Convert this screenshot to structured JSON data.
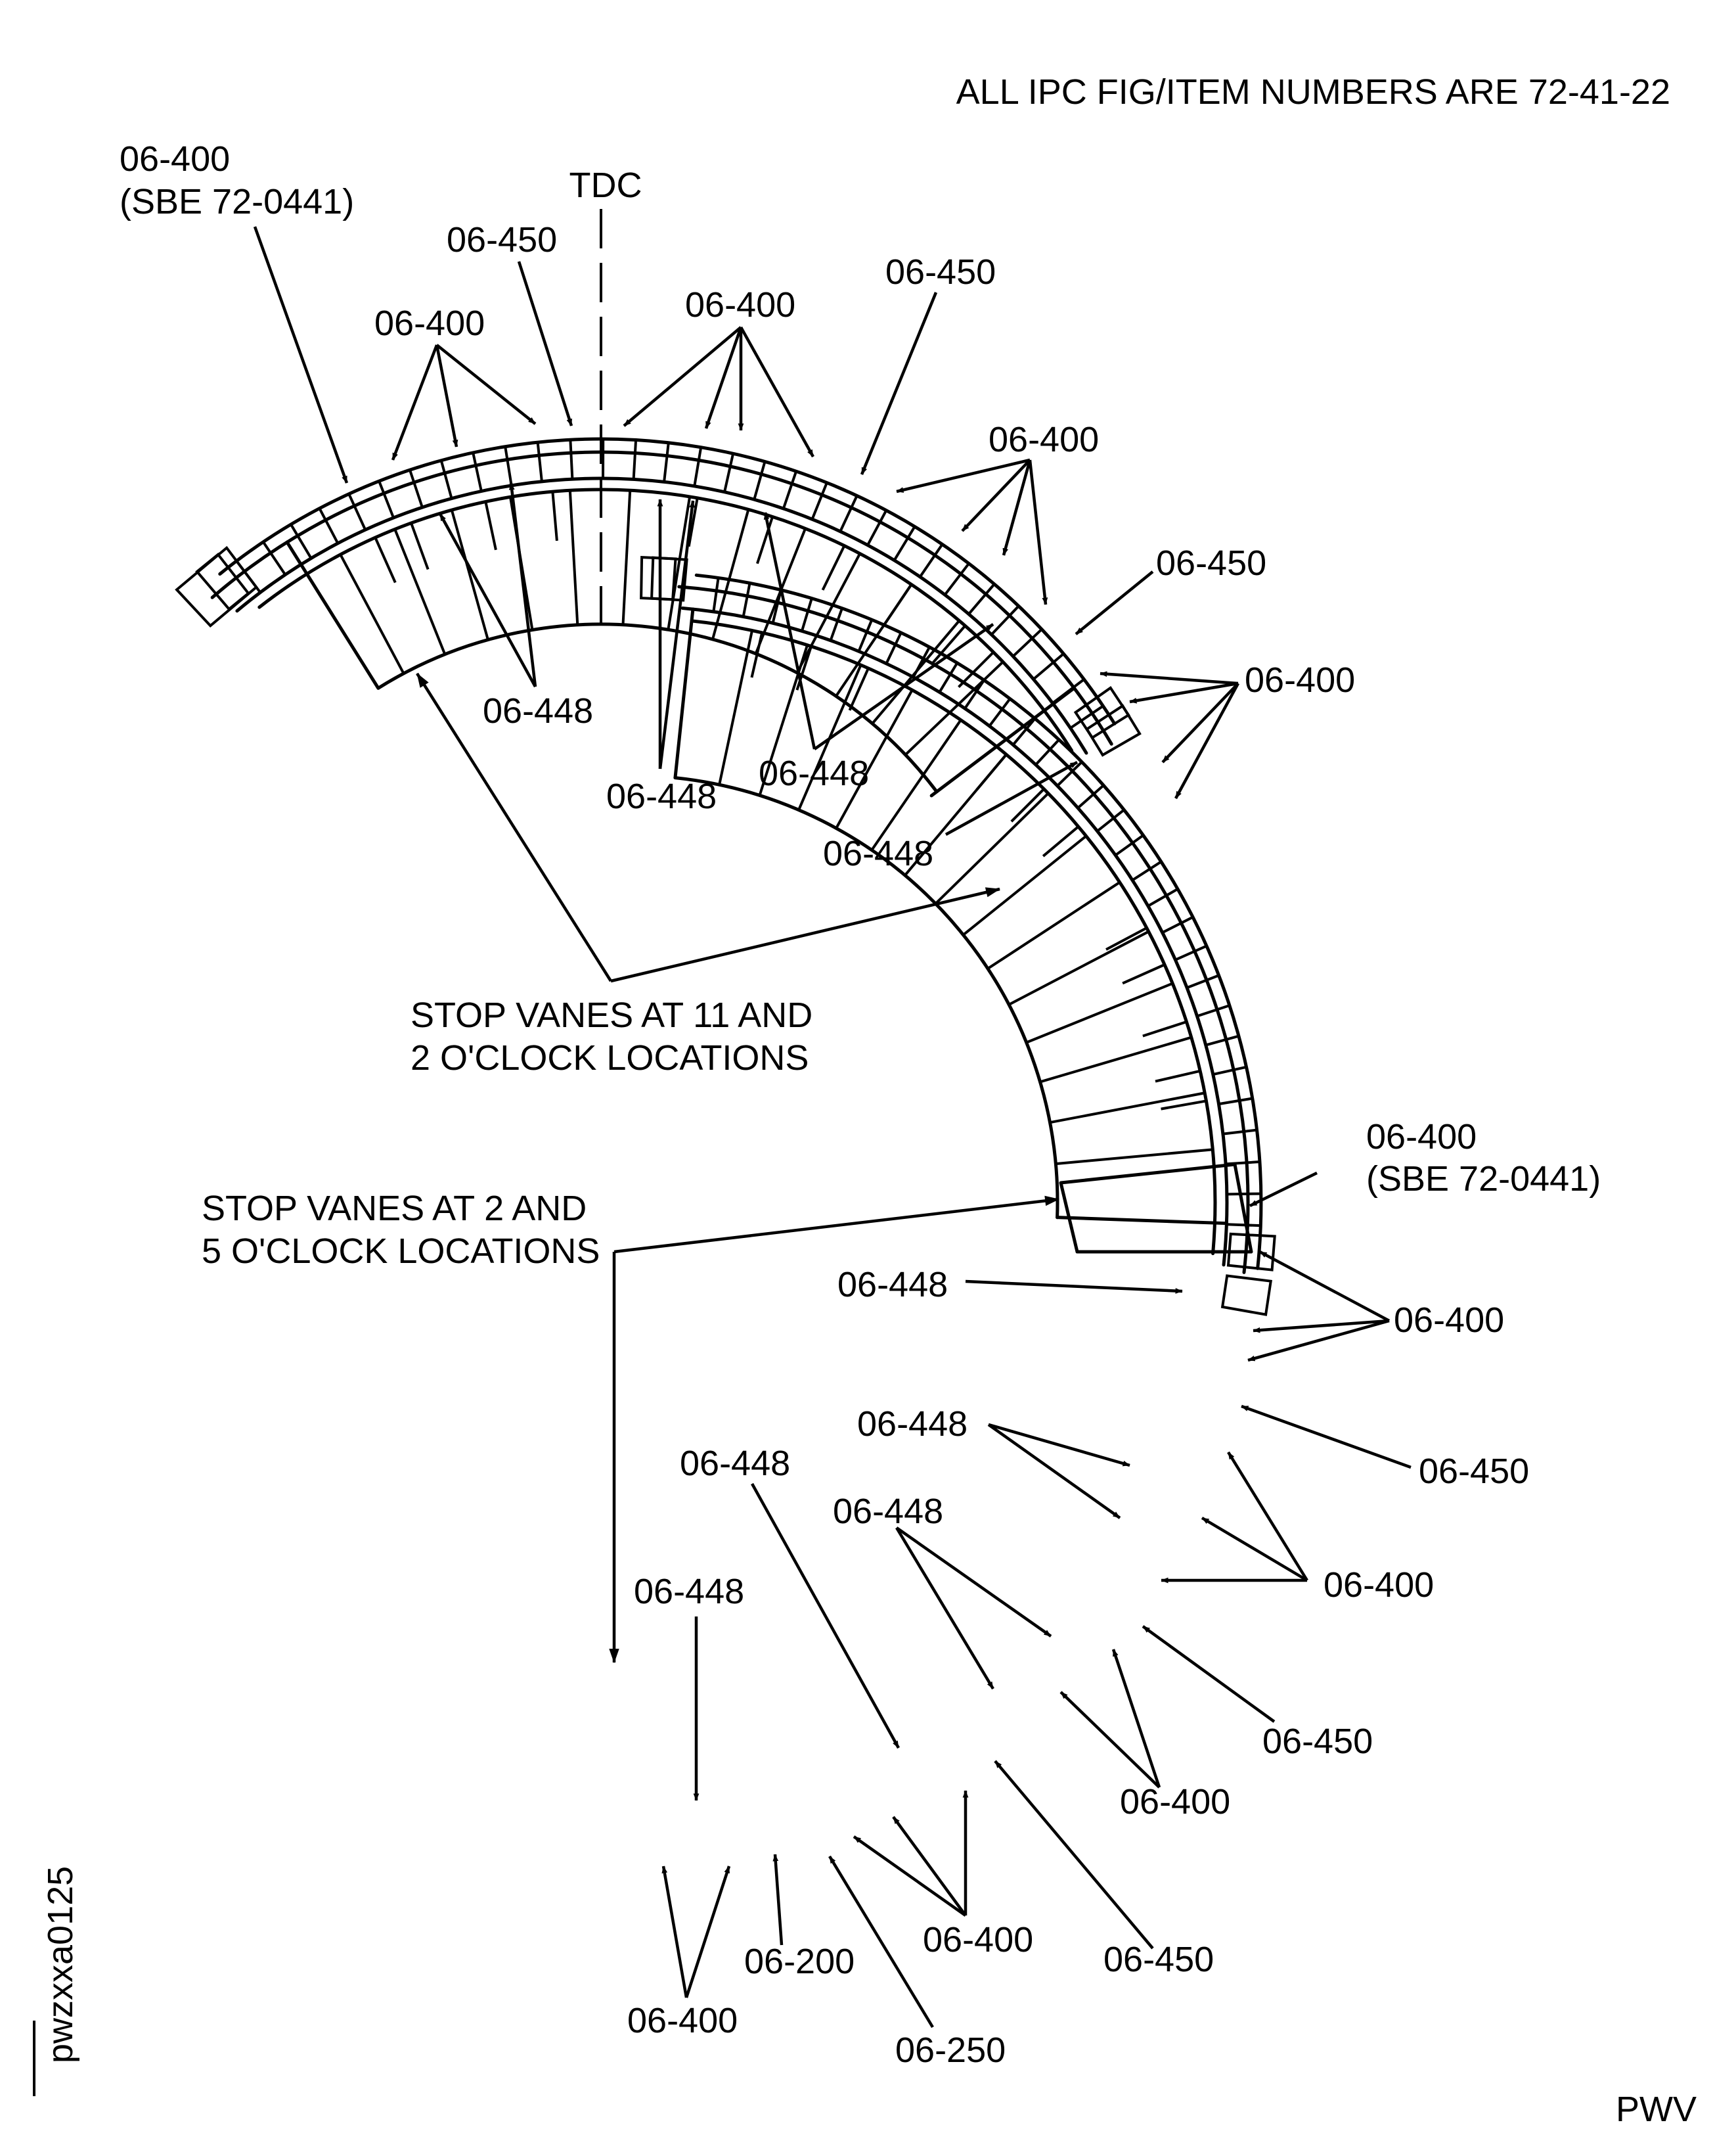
{
  "header_note": "ALL IPC FIG/ITEM NUMBERS ARE 72-41-22",
  "figure_id": "pwzxxa0125",
  "corner_code": "PWV",
  "top_view": {
    "tdc": "TDC",
    "sbe_part": "06-400",
    "sbe_ref": "(SBE 72-0441)",
    "stop_note_line1": "STOP VANES AT 11 AND",
    "stop_note_line2": "2 O'CLOCK LOCATIONS",
    "labels": [
      {
        "id": "t400a",
        "text": "06-400"
      },
      {
        "id": "t450a",
        "text": "06-450"
      },
      {
        "id": "t400b",
        "text": "06-400"
      },
      {
        "id": "t450b",
        "text": "06-450"
      },
      {
        "id": "t400c",
        "text": "06-400"
      },
      {
        "id": "t450c",
        "text": "06-450"
      },
      {
        "id": "t400d",
        "text": "06-400"
      },
      {
        "id": "t448a",
        "text": "06-448"
      },
      {
        "id": "t448b",
        "text": "06-448"
      },
      {
        "id": "t448c",
        "text": "06-448"
      },
      {
        "id": "t448d",
        "text": "06-448"
      }
    ]
  },
  "bottom_view": {
    "sbe_part": "06-400",
    "sbe_ref": "(SBE 72-0441)",
    "stop_note_line1": "STOP VANES AT 2 AND",
    "stop_note_line2": "5 O'CLOCK LOCATIONS",
    "labels": [
      {
        "id": "b448a",
        "text": "06-448"
      },
      {
        "id": "b400a",
        "text": "06-400"
      },
      {
        "id": "b448b",
        "text": "06-448"
      },
      {
        "id": "b450a",
        "text": "06-450"
      },
      {
        "id": "b448c",
        "text": "06-448"
      },
      {
        "id": "b448d",
        "text": "06-448"
      },
      {
        "id": "b400b",
        "text": "06-400"
      },
      {
        "id": "b448e",
        "text": "06-448"
      },
      {
        "id": "b450b",
        "text": "06-450"
      },
      {
        "id": "b400c",
        "text": "06-400"
      },
      {
        "id": "b400d",
        "text": "06-400"
      },
      {
        "id": "b450c",
        "text": "06-450"
      },
      {
        "id": "b200",
        "text": "06-200"
      },
      {
        "id": "b400e",
        "text": "06-400"
      },
      {
        "id": "b250",
        "text": "06-250"
      }
    ]
  }
}
